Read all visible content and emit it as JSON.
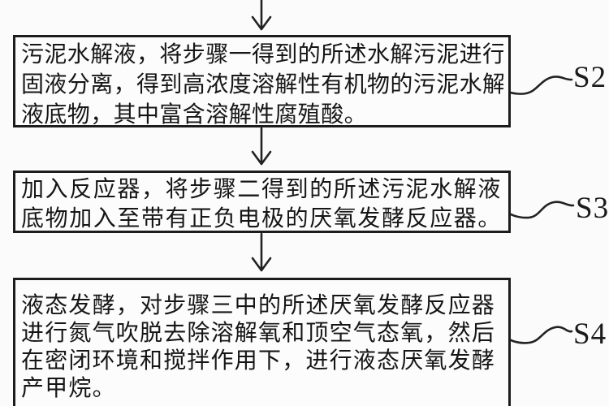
{
  "figure": {
    "background_color": "#fbfbfb",
    "line_color": "#222222",
    "box_border_color": "#1c1c1c"
  },
  "steps": [
    {
      "id": "s2",
      "label": "S2",
      "lines": [
        "污泥水解液，将步骤一得到的所述水解污泥进行",
        "固液分离，得到高浓度溶解性有机物的污泥水解",
        "液底物，其中富含溶解性腐殖酸。"
      ]
    },
    {
      "id": "s3",
      "label": "S3",
      "lines": [
        "加入反应器，将步骤二得到的所述污泥水解液",
        "底物加入至带有正负电极的厌氧发酵反应器。"
      ]
    },
    {
      "id": "s4",
      "label": "S4",
      "lines": [
        "液态发酵，对步骤三中的所述厌氧发酵反应器",
        "进行氮气吹脱去除溶解氧和顶空气态氧，然后",
        "在密闭环境和搅拌作用下，进行液态厌氧发酵",
        "产甲烷。"
      ]
    }
  ]
}
